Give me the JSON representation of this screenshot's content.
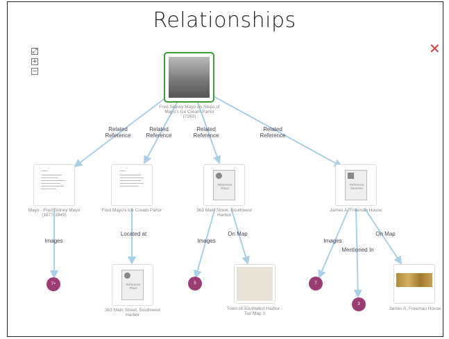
{
  "title": "Relationships",
  "controls": {
    "expand": "⤢",
    "zoom_in": "+",
    "zoom_out": "−",
    "close": "✕"
  },
  "colors": {
    "root_border": "#3c9a3c",
    "edge": "#a9cfe6",
    "count_circle": "#9c3c74",
    "close": "#d23c3c"
  },
  "root": {
    "label": "Fred Sidney Mayo on Steps of Mayo's Ice Cream Parlor (7260)"
  },
  "edges": {
    "related1": "Related Reference",
    "related2": "Related Reference",
    "related3": "Related Reference",
    "related4": "Related Reference",
    "images1": "Images",
    "located_at": "Located at",
    "images2": "Images",
    "on_map1": "On Map",
    "images3": "Images",
    "mentioned_in": "Mentioned In",
    "on_map2": "On Map"
  },
  "nodes": {
    "mayo_doc": "Mayo - Fred Sidney Mayo (1877-1949)",
    "parlor_doc": "Fred Mayo's Ice Cream Parlor",
    "main_street": "363 Main Street, Southwest Harbor",
    "freeman_house": "James A. Freeman House",
    "located_place": "363 Main Street, Southwest Harbor",
    "tax_map": "Town of Southwest Harbor - Tax Map 3",
    "freeman_map": "James A. Freeman House"
  },
  "ref_cards": {
    "place": "Reference Place",
    "structure": "Reference Structure"
  },
  "counts": {
    "c1": "7+",
    "c2": "5",
    "c3": "7",
    "c4": "3"
  }
}
